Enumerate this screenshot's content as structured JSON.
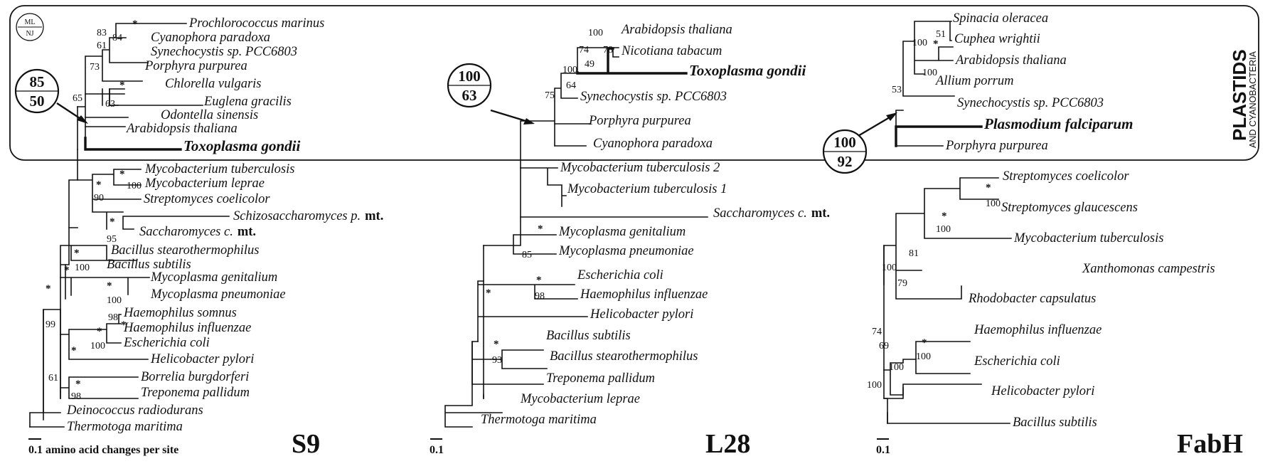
{
  "legend": {
    "ml": "ML",
    "nj": "NJ"
  },
  "box": {
    "title": "PLASTIDS",
    "subtitle": "AND CYANOBACTERIA"
  },
  "s9": {
    "name": "S9",
    "scale": "0.1 amino acid changes per site",
    "bubble": {
      "top": "85",
      "bottom": "50"
    },
    "taxa": {
      "prochloro": "Prochlorococcus marinus",
      "cyanophora": "Cyanophora paradoxa",
      "synecho": "Synechocystis sp. PCC6803",
      "porphyra": "Porphyra purpurea",
      "chlorella": "Chlorella vulgaris",
      "euglena": "Euglena gracilis",
      "odontella": "Odontella sinensis",
      "arabidopsis": "Arabidopsis thaliana",
      "toxo": "Toxoplasma gondii",
      "mtb": "Mycobacterium tuberculosis",
      "mlep": "Mycobacterium leprae",
      "strep": "Streptomyces coelicolor",
      "schizo": "Schizosaccharomyces p.",
      "sacch": "Saccharomyces c.",
      "bstear": "Bacillus stearothermophilus",
      "bsub": "Bacillus subtilis",
      "mgen": "Mycoplasma genitalium",
      "mpneu": "Mycoplasma pneumoniae",
      "hsom": "Haemophilus somnus",
      "hinf": "Haemophilus influenzae",
      "ecoli": "Escherichia coli",
      "hpyl": "Helicobacter pylori",
      "borrelia": "Borrelia burgdorferi",
      "trep": "Treponema pallidum",
      "deino": "Deinococcus radiodurans",
      "thermo": "Thermotoga maritima"
    },
    "mt": "mt.",
    "support": {
      "s83": "83",
      "s84": "84",
      "s61": "61",
      "s73": "73",
      "s63": "63",
      "s65": "65",
      "s100a": "100",
      "s90": "90",
      "s95": "95",
      "s100b": "100",
      "s100c": "100",
      "s99": "99",
      "s98a": "98",
      "s100d": "100",
      "s61b": "61",
      "s98b": "98"
    }
  },
  "l28": {
    "name": "L28",
    "scale": "0.1",
    "bubble": {
      "top": "100",
      "bottom": "63"
    },
    "taxa": {
      "arabidopsis": "Arabidopsis thaliana",
      "nicotiana": "Nicotiana tabacum",
      "toxo": "Toxoplasma gondii",
      "synecho": "Synechocystis sp. PCC6803",
      "porphyra": "Porphyra purpurea",
      "cyanophora": "Cyanophora paradoxa",
      "mtb2": "Mycobacterium tuberculosis 2",
      "mtb1": "Mycobacterium tuberculosis 1",
      "sacch": "Saccharomyces c.",
      "mgen": "Mycoplasma genitalium",
      "mpneu": "Mycoplasma pneumoniae",
      "ecoli": "Escherichia coli",
      "hinf": "Haemophilus influenzae",
      "hpyl": "Helicobacter pylori",
      "bsub": "Bacillus subtilis",
      "bstear": "Bacillus stearothermophilus",
      "trep": "Treponema pallidum",
      "mlep": "Mycobacterium leprae",
      "thermo": "Thermotoga maritima"
    },
    "mt": "mt.",
    "support": {
      "s100": "100",
      "s78": "78",
      "s74": "74",
      "s49": "49",
      "s100b": "100",
      "s64": "64",
      "s75": "75",
      "s85": "85",
      "s98": "98",
      "s93": "93"
    }
  },
  "fabh": {
    "name": "FabH",
    "scale": "0.1",
    "bubble": {
      "top": "100",
      "bottom": "92"
    },
    "taxa": {
      "spinacia": "Spinacia oleracea",
      "cuphea": "Cuphea wrightii",
      "arabidopsis": "Arabidopsis thaliana",
      "allium": "Allium porrum",
      "synecho": "Synechocystis sp. PCC6803",
      "plasmodium": "Plasmodium falciparum",
      "porphyra": "Porphyra purpurea",
      "scoel": "Streptomyces coelicolor",
      "sglauc": "Streptomyces glaucescens",
      "mtb": "Mycobacterium tuberculosis",
      "xantho": "Xanthomonas campestris",
      "rhodo": "Rhodobacter capsulatus",
      "hinf": "Haemophilus influenzae",
      "ecoli": "Escherichia coli",
      "hpyl": "Helicobacter pylori",
      "bsub": "Bacillus subtilis"
    },
    "support": {
      "s51": "51",
      "s100a": "100",
      "s100b": "100",
      "s53": "53",
      "s100c": "100",
      "s100d": "100",
      "s81": "81",
      "s100e": "100",
      "s79": "79",
      "s74": "74",
      "s69": "69",
      "s100f": "100",
      "s100g": "100",
      "s100h": "100"
    }
  }
}
